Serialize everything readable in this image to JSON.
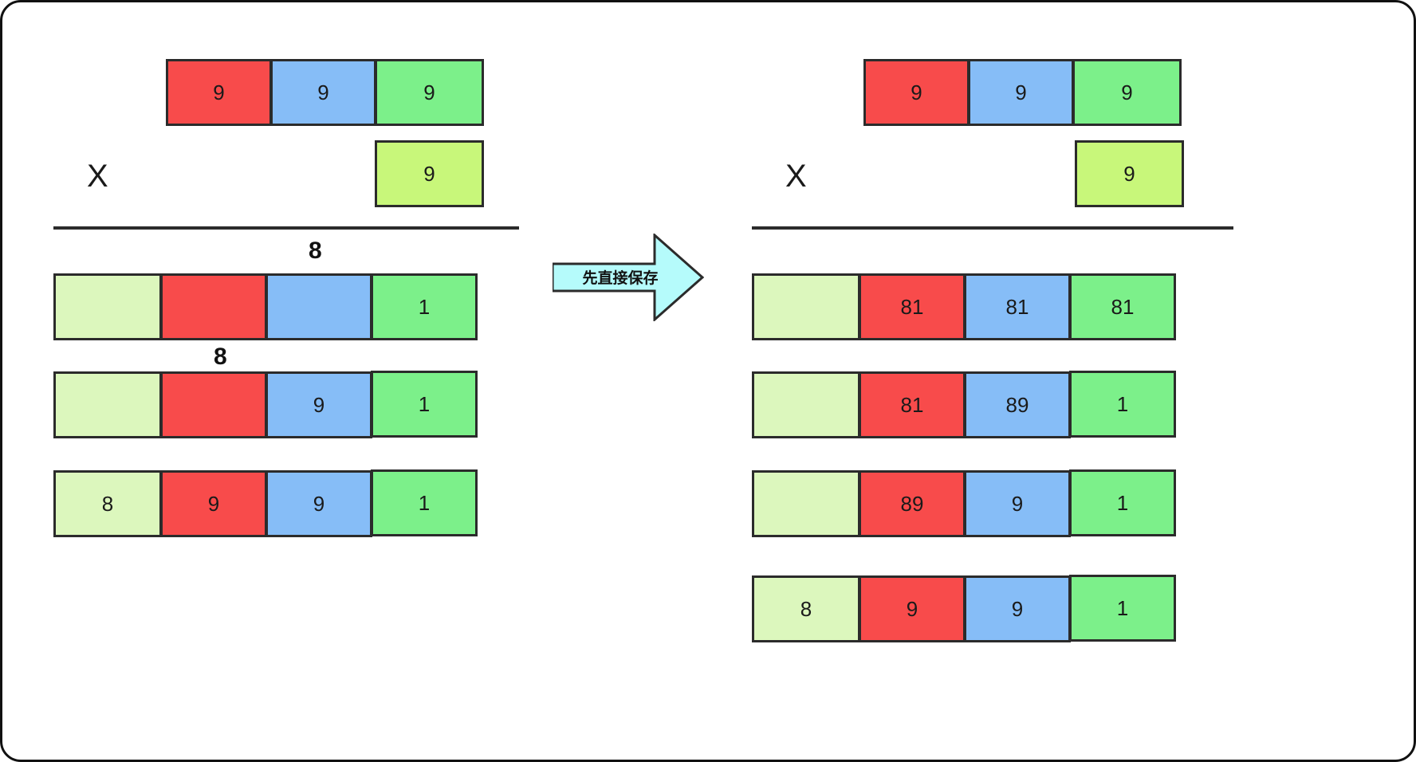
{
  "diagram": {
    "title": "multiplication-partial-products-comparison",
    "colors": {
      "red": "#f84b4b",
      "blue": "#86bdf7",
      "green": "#7cf08a",
      "yellow": "#c8f77a",
      "pale": "#dcf7bd",
      "arrow_fill": "#b5fbfb",
      "outline": "#2b2b2b"
    },
    "arrow": {
      "label": "先直接保存",
      "fill": "#b5fbfb"
    },
    "left_panel": {
      "multiplicand": {
        "cells": [
          {
            "value": "9",
            "color": "red"
          },
          {
            "value": "9",
            "color": "blue"
          },
          {
            "value": "9",
            "color": "green"
          }
        ]
      },
      "operator": "X",
      "multiplier": {
        "value": "9",
        "color": "yellow"
      },
      "rows": [
        {
          "carry": "8",
          "cells": [
            {
              "value": "",
              "color": "pale"
            },
            {
              "value": "",
              "color": "red"
            },
            {
              "value": "",
              "color": "blue"
            },
            {
              "value": "1",
              "color": "green"
            }
          ]
        },
        {
          "carry": "8",
          "cells": [
            {
              "value": "",
              "color": "pale"
            },
            {
              "value": "",
              "color": "red"
            },
            {
              "value": "9",
              "color": "blue"
            },
            {
              "value": "1",
              "color": "green"
            }
          ]
        },
        {
          "carry": "",
          "cells": [
            {
              "value": "8",
              "color": "pale"
            },
            {
              "value": "9",
              "color": "red"
            },
            {
              "value": "9",
              "color": "blue"
            },
            {
              "value": "1",
              "color": "green"
            }
          ]
        }
      ]
    },
    "right_panel": {
      "multiplicand": {
        "cells": [
          {
            "value": "9",
            "color": "red"
          },
          {
            "value": "9",
            "color": "blue"
          },
          {
            "value": "9",
            "color": "green"
          }
        ]
      },
      "operator": "X",
      "multiplier": {
        "value": "9",
        "color": "yellow"
      },
      "rows": [
        {
          "carry": "",
          "cells": [
            {
              "value": "",
              "color": "pale"
            },
            {
              "value": "81",
              "color": "red"
            },
            {
              "value": "81",
              "color": "blue"
            },
            {
              "value": "81",
              "color": "green"
            }
          ]
        },
        {
          "carry": "",
          "cells": [
            {
              "value": "",
              "color": "pale"
            },
            {
              "value": "81",
              "color": "red"
            },
            {
              "value": "89",
              "color": "blue"
            },
            {
              "value": "1",
              "color": "green"
            }
          ]
        },
        {
          "carry": "",
          "cells": [
            {
              "value": "",
              "color": "pale"
            },
            {
              "value": "89",
              "color": "red"
            },
            {
              "value": "9",
              "color": "blue"
            },
            {
              "value": "1",
              "color": "green"
            }
          ]
        },
        {
          "carry": "",
          "cells": [
            {
              "value": "8",
              "color": "pale"
            },
            {
              "value": "9",
              "color": "red"
            },
            {
              "value": "9",
              "color": "blue"
            },
            {
              "value": "1",
              "color": "green"
            }
          ]
        }
      ]
    }
  }
}
